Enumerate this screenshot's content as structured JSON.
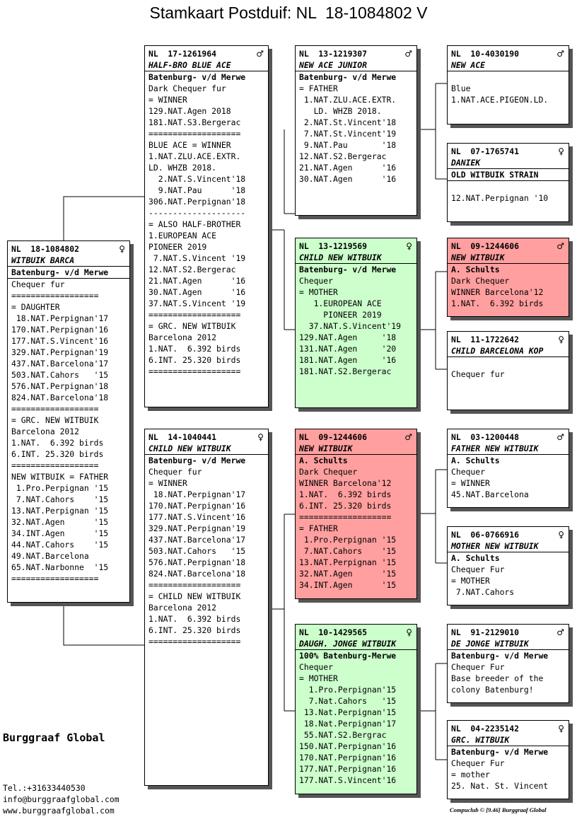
{
  "title": "Stamkaart Postduif: NL  18-1084802 V",
  "cards": [
    {
      "id": "root",
      "ring": "NL  18-1084802",
      "sex": "♀",
      "name": "WITBUIK BARCA",
      "breeder": "Batenburg- v/d Merwe",
      "breeder_ul": true,
      "color": "",
      "lines": [
        "Chequer fur",
        "==================",
        "= DAUGHTER",
        " 18.NAT.Perpignan'17",
        "170.NAT.Perpignan'16",
        "177.NAT.S.Vincent'16",
        "329.NAT.Perpignan'19",
        "437.NAT.Barcelona'17",
        "503.NAT.Cahors   '15",
        "576.NAT.Perpignan'18",
        "824.NAT.Barcelona'18",
        "==================",
        "= GRC. NEW WITBUIK",
        "Barcelona 2012",
        "1.NAT.  6.392 birds",
        "6.INT. 25.320 birds",
        "==================",
        "NEW WITBUIK = FATHER",
        " 1.Pro.Perpignan '15",
        " 7.NAT.Cahors    '15",
        "13.NAT.Perpignan '15",
        "32.NAT.Agen      '15",
        "34.INT.Agen      '15",
        "44.NAT.Cahors    '15",
        "49.NAT.Barcelona",
        "65.NAT.Narbonne  '15",
        "=================="
      ]
    },
    {
      "id": "f",
      "ring": "NL  17-1261964",
      "sex": "♂",
      "name": "HALF-BRO BLUE ACE",
      "breeder": "Batenburg- v/d Merwe",
      "breeder_ul": false,
      "color": "",
      "lines": [
        "Dark Chequer fur",
        "= WINNER",
        "129.NAT.Agen 2018",
        "181.NAT.S3.Bergerac",
        "===================",
        "BLUE ACE = WINNER",
        "1.NAT.ZLU.ACE.EXTR.",
        "LD. WHZB 2018.",
        "  2.NAT.S.Vincent'18",
        "  9.NAT.Pau      '18",
        "306.NAT.Perpignan'18",
        "--------------------",
        "= ALSO HALF-BROTHER",
        "1.EUROPEAN ACE",
        "PIONEER 2019",
        " 7.NAT.S.Vincent '19",
        "12.NAT.S2.Bergerac",
        "21.NAT.Agen      '16",
        "30.NAT.Agen      '16",
        "37.NAT.S.Vincent '19",
        "===================",
        "= GRC. NEW WITBUIK",
        "Barcelona 2012",
        "1.NAT.  6.392 birds",
        "6.INT. 25.320 birds",
        "==================="
      ]
    },
    {
      "id": "m",
      "ring": "NL  14-1040441",
      "sex": "♀",
      "name": "CHILD NEW WITBUIK",
      "breeder": "Batenburg- v/d Merwe",
      "breeder_ul": false,
      "color": "",
      "lines": [
        "Chequer fur",
        "= WINNER",
        " 18.NAT.Perpignan'17",
        "170.NAT.Perpignan'16",
        "177.NAT.S.Vincent'16",
        "329.NAT.Perpignan'19",
        "437.NAT.Barcelona'17",
        "503.NAT.Cahors   '15",
        "576.NAT.Perpignan'18",
        "824.NAT.Barcelona'18",
        "===================",
        "= CHILD NEW WITBUIK",
        "Barcelona 2012",
        "1.NAT.  6.392 birds",
        "6.INT. 25.320 birds",
        "==================="
      ]
    },
    {
      "id": "ff",
      "ring": "NL  13-1219307",
      "sex": "♂",
      "name": "NEW ACE JUNIOR",
      "breeder": "Batenburg- v/d Merwe",
      "breeder_ul": false,
      "color": "",
      "lines": [
        "= FATHER",
        " 1.NAT.ZLU.ACE.EXTR.",
        "   LD. WHZB 2018.",
        " 2.NAT.St.Vincent'18",
        " 7.NAT.St.Vincent'19",
        " 9.NAT.Pau       '18",
        "12.NAT.S2.Bergerac",
        "21.NAT.Agen      '16",
        "30.NAT.Agen      '16"
      ]
    },
    {
      "id": "fm",
      "ring": "NL  13-1219569",
      "sex": "♀",
      "name": "CHILD NEW WITBUIK",
      "breeder": "Batenburg- v/d Merwe",
      "breeder_ul": false,
      "color": "green",
      "lines": [
        "Chequer",
        "= MOTHER",
        "   1.EUROPEAN ACE",
        "     PIONEER 2019",
        "  37.NAT.S.Vincent'19",
        "129.NAT.Agen     '18",
        "131.NAT.Agen     '20",
        "181.NAT.Agen     '16",
        "181.NAT.S2.Bergerac"
      ]
    },
    {
      "id": "mf",
      "ring": "NL  09-1244606",
      "sex": "♂",
      "name": "NEW WITBUIK",
      "breeder": "A. Schults",
      "breeder_ul": false,
      "color": "red",
      "lines": [
        "Dark Chequer",
        "WINNER Barcelona'12",
        "1.NAT.  6.392 birds",
        "6.INT. 25.320 birds",
        "===================",
        "= FATHER",
        " 1.Pro.Perpignan '15",
        " 7.NAT.Cahors    '15",
        "13.NAT.Perpignan '15",
        "32.NAT.Agen      '15",
        "34.INT.Agen      '15"
      ]
    },
    {
      "id": "mm",
      "ring": "NL  10-1429565",
      "sex": "♀",
      "name": "DAUGH. JONGE WITBUIK",
      "breeder": "100% Batenburg-Merwe",
      "breeder_ul": false,
      "color": "green",
      "lines": [
        "Chequer",
        "= MOTHER",
        "  1.Pro.Perpignan'15",
        "  7.Nat.Cahors   '15",
        " 13.Nat.Perpignan'15",
        " 18.Nat.Perpignan'17",
        " 55.NAT.S2.Bergrac",
        "150.NAT.Perpignan'16",
        "170.NAT.Perpignan'16",
        "177.NAT.Perpignan'16",
        "177.NAT.S.Vincent'16"
      ]
    },
    {
      "id": "fff",
      "ring": "NL  10-4030190",
      "sex": "♂",
      "name": "NEW ACE",
      "breeder": "",
      "breeder_ul": false,
      "color": "",
      "lines": [
        "",
        "Blue",
        "1.NAT.ACE.PIGEON.LD."
      ]
    },
    {
      "id": "ffm",
      "ring": "NL  07-1765741",
      "sex": "♀",
      "name": "DANIEK",
      "breeder": "OLD WITBUIK STRAIN",
      "breeder_ul": true,
      "color": "",
      "lines": [
        "",
        "12.NAT.Perpignan '10"
      ]
    },
    {
      "id": "fmf",
      "ring": "NL  09-1244606",
      "sex": "♂",
      "name": "NEW WITBUIK",
      "breeder": "A. Schults",
      "breeder_ul": false,
      "color": "red",
      "lines": [
        "Dark Chequer",
        "WINNER Barcelona'12",
        "1.NAT.  6.392 birds"
      ]
    },
    {
      "id": "fmm",
      "ring": "NL  11-1722642",
      "sex": "♀",
      "name": "CHILD BARCELONA KOP",
      "breeder": "",
      "breeder_ul": false,
      "color": "",
      "lines": [
        "",
        "Chequer fur"
      ]
    },
    {
      "id": "mff",
      "ring": "NL  03-1200448",
      "sex": "♂",
      "name": "FATHER NEW WITBUIK",
      "breeder": "A. Schults",
      "breeder_ul": false,
      "color": "",
      "lines": [
        "Chequer",
        "= WINNER",
        "45.NAT.Barcelona"
      ]
    },
    {
      "id": "mfm",
      "ring": "NL  06-0766916",
      "sex": "♀",
      "name": "MOTHER NEW WITBUIK",
      "breeder": "A. Schults",
      "breeder_ul": false,
      "color": "",
      "lines": [
        "Chequer Fur",
        "= MOTHER",
        " 7.NAT.Cahors"
      ]
    },
    {
      "id": "mmf",
      "ring": "NL  91-2129010",
      "sex": "♂",
      "name": "DE JONGE WITBUIK",
      "breeder": "Batenburg- v/d Merwe",
      "breeder_ul": false,
      "color": "",
      "lines": [
        "Chequer Fur",
        "Base breeder of the",
        "colony Batenburg!"
      ]
    },
    {
      "id": "mmm",
      "ring": "NL  04-2235142",
      "sex": "♀",
      "name": "GRC. WITBUIK",
      "breeder": "Batenburg- v/d Merwe",
      "breeder_ul": false,
      "color": "",
      "lines": [
        "Chequer Fur",
        "= mother",
        "25. Nat. St. Vincent"
      ]
    }
  ],
  "brand": "Burggraaf Global",
  "contact": [
    "Tel.:+31633440530",
    "info@burggraafglobal.com",
    "www.burggraafglobal.com"
  ],
  "footer": "Compuclub © [9.46]  Burggraaf Global"
}
